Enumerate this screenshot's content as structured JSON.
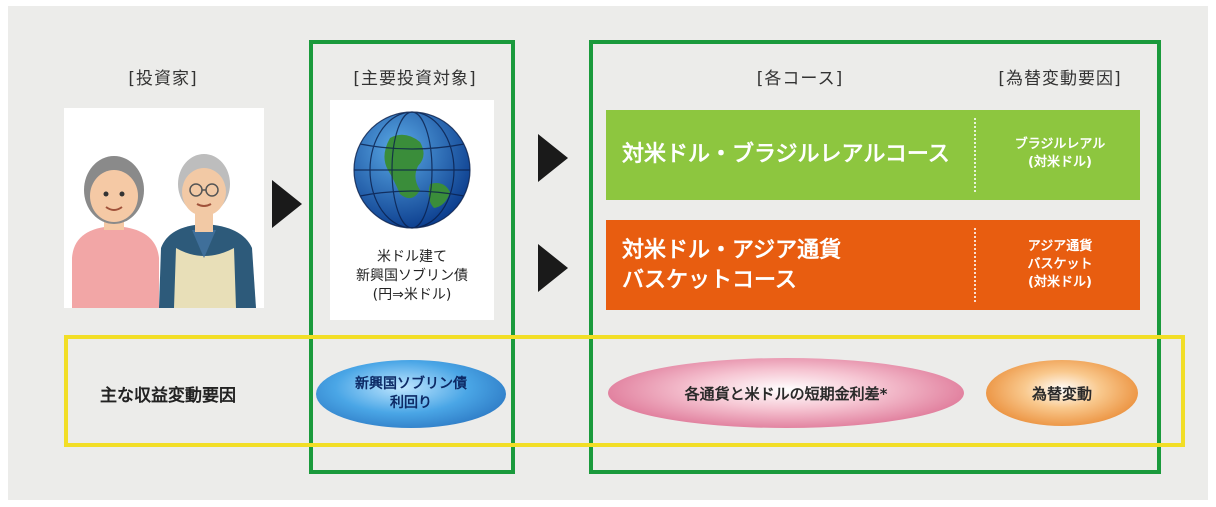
{
  "headers": {
    "investor": "[投資家]",
    "main_investment": "[主要投資対象]",
    "courses": "[各コース]",
    "fx_factor": "[為替変動要因]"
  },
  "main_investment": {
    "line1": "米ドル建て",
    "line2": "新興国ソブリン債",
    "line3": "(円⇒米ドル)"
  },
  "courses": [
    {
      "name": "対米ドル・ブラジルレアルコース",
      "fx_line1": "ブラジルレアル",
      "fx_line2": "(対米ドル)",
      "color": "#8dc63f"
    },
    {
      "name_line1": "対米ドル・アジア通貨",
      "name_line2": "バスケットコース",
      "fx_line1": "アジア通貨",
      "fx_line2": "バスケット",
      "fx_line3": "(対米ドル)",
      "color": "#e85d10"
    }
  ],
  "revenue_row": {
    "label": "主な収益変動要因",
    "sovereign_line1": "新興国ソブリン債",
    "sovereign_line2": "利回り",
    "rate_diff": "各通貨と米ドルの短期金利差*",
    "fx_change": "為替変動"
  },
  "colors": {
    "green_border": "#1a9a3c",
    "yellow_border": "#f2de26",
    "brazil_course": "#8dc63f",
    "asia_course": "#e85d10"
  }
}
